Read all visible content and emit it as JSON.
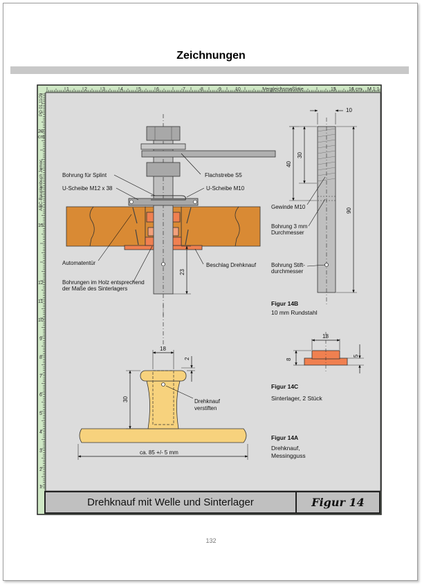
{
  "heading": "Zeichnungen",
  "page_number": "132",
  "ruler": {
    "top_numbers": [
      "1",
      "2",
      "3",
      "4",
      "5",
      "6",
      "7",
      "8",
      "9",
      "10",
      "15",
      "16 cm"
    ],
    "top_label": "Vergleichsmaßlinie",
    "top_right": "M 1:1",
    "left_numbers": [
      "20",
      "cm",
      "15",
      "12",
      "11",
      "10",
      "9",
      "8",
      "7",
      "6",
      "5",
      "4",
      "3",
      "2",
      "1"
    ],
    "left_label": "ABC-Bauplanbuch Jemoc",
    "left_code": "PO 01.11/20"
  },
  "labels": {
    "bohrung_splint": "Bohrung für Splint",
    "u_scheibe_m12": "U-Scheibe M12 x 38",
    "flachstrebe": "Flachstrebe S5",
    "u_scheibe_m10": "U-Scheibe M10",
    "automatentuer": "Automatentür",
    "beschlag": "Beschlag Drehknauf",
    "bohrungen_holz_1": "Bohrungen im Holz entsprechend",
    "bohrungen_holz_2": "der Maße des Sinterlagers",
    "gewinde": "Gewinde M10",
    "bohrung3_1": "Bohrung 3 mm",
    "bohrung3_2": "Durchmesser",
    "stift_1": "Bohrung Stift-",
    "stift_2": "durchmesser",
    "drehknauf_1": "Drehknauf",
    "drehknauf_2": "verstiften"
  },
  "dimensions": {
    "d10": "10",
    "d30": "30",
    "d40": "40",
    "d90": "90",
    "d23": "23",
    "d18a": "18",
    "d2": "2",
    "d30b": "30",
    "d85": "ca. 85 +/- 5 mm",
    "d18b": "18",
    "d8": "8",
    "d5": "5"
  },
  "figures": {
    "f14b_title": "Figur 14B",
    "f14b_desc": "10 mm Rundstahl",
    "f14c_title": "Figur 14C",
    "f14c_desc": "Sinterlager, 2 Stück",
    "f14a_title": "Figur 14A",
    "f14a_desc_1": "Drehknauf,",
    "f14a_desc_2": "Messingguss"
  },
  "title_block": {
    "main": "Drehknauf mit Welle und Sinterlager",
    "figure": "Figur 14"
  },
  "colors": {
    "panel": "#dcdcdc",
    "ruler": "#cfe8c5",
    "wood": "#d98a34",
    "sinter": "#f08050",
    "knob": "#f7d27d",
    "steel": "#bfbfbf"
  }
}
